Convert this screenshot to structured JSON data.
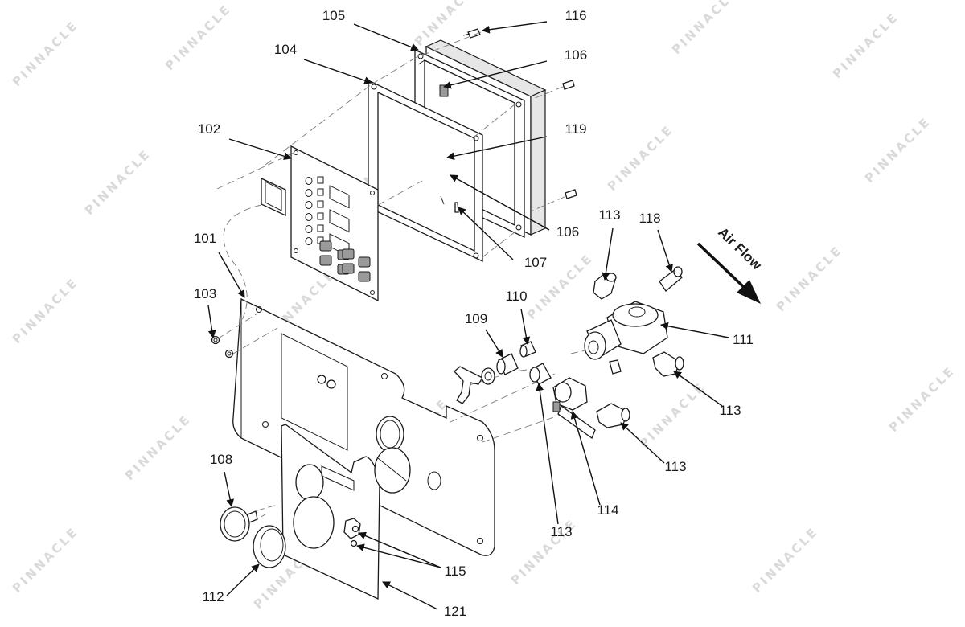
{
  "diagram": {
    "air_flow_label": "Air Flow",
    "watermark_text": "PINNACLE",
    "colors": {
      "line": "#1a1a1a",
      "watermark": "#d9d9d9",
      "background": "#ffffff"
    },
    "callouts": [
      {
        "id": "116",
        "label": "116"
      },
      {
        "id": "105",
        "label": "105"
      },
      {
        "id": "106a",
        "label": "106"
      },
      {
        "id": "104",
        "label": "104"
      },
      {
        "id": "102",
        "label": "102"
      },
      {
        "id": "119",
        "label": "119"
      },
      {
        "id": "106b",
        "label": "106"
      },
      {
        "id": "107",
        "label": "107"
      },
      {
        "id": "113a",
        "label": "113"
      },
      {
        "id": "118",
        "label": "118"
      },
      {
        "id": "101",
        "label": "101"
      },
      {
        "id": "103",
        "label": "103"
      },
      {
        "id": "110",
        "label": "110"
      },
      {
        "id": "109",
        "label": "109"
      },
      {
        "id": "111",
        "label": "111"
      },
      {
        "id": "113b",
        "label": "113"
      },
      {
        "id": "113c",
        "label": "113"
      },
      {
        "id": "108",
        "label": "108"
      },
      {
        "id": "114",
        "label": "114"
      },
      {
        "id": "113d",
        "label": "113"
      },
      {
        "id": "115",
        "label": "115"
      },
      {
        "id": "112",
        "label": "112"
      },
      {
        "id": "121",
        "label": "121"
      }
    ]
  }
}
